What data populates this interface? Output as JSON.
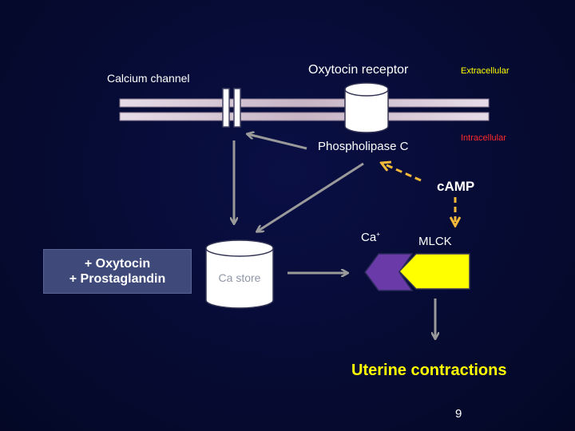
{
  "labels": {
    "calcium_channel": "Calcium channel",
    "oxytocin_receptor": "Oxytocin receptor",
    "extracellular": "Extracellular",
    "intracellular": "Intracellular",
    "phospholipase_c": "Phospholipase C",
    "camp": "cAMP",
    "ca_ion": "Ca",
    "ca_ion_charge": "+",
    "mlck": "MLCK",
    "ca_store": "Ca store",
    "uterine_contractions": "Uterine contractions"
  },
  "stimulus_box": {
    "line1": "+ Oxytocin",
    "line2": "+ Prostaglandin"
  },
  "page_number": "9",
  "colors": {
    "background": "#060b33",
    "membrane": "#d8c8d8",
    "arrow_gray": "#9a9a9a",
    "camp_arrow": "#f5b93a",
    "mlck_shape": "#ffff00",
    "ca_shape": "#6a3aa8",
    "highlight_text": "#ffff00",
    "intracellular_text": "#ff2a2a"
  }
}
